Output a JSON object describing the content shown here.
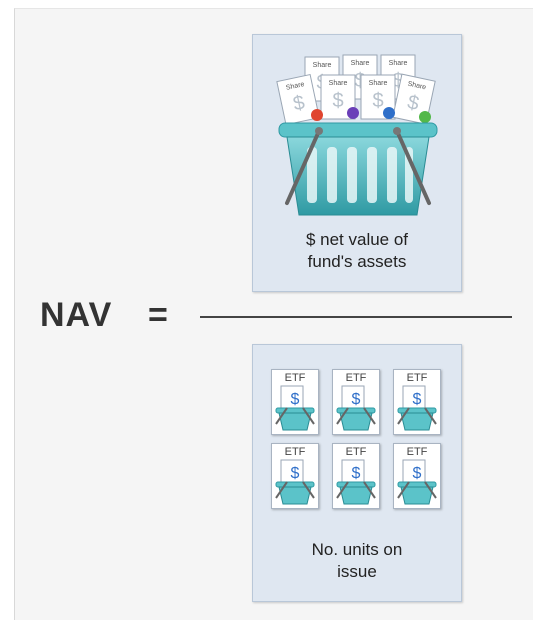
{
  "formula": {
    "lhs": "NAV",
    "operator": "="
  },
  "numerator": {
    "label_line1": "$ net value of",
    "label_line2": "fund's assets",
    "share_tags": [
      "Share",
      "Share",
      "Share",
      "Share",
      "Share",
      "Share",
      "Share"
    ]
  },
  "denominator": {
    "label_line1": "No. units on",
    "label_line2": "issue",
    "units": [
      {
        "label": "ETF"
      },
      {
        "label": "ETF"
      },
      {
        "label": "ETF"
      },
      {
        "label": "ETF"
      },
      {
        "label": "ETF"
      },
      {
        "label": "ETF"
      }
    ]
  },
  "colors": {
    "card_bg": "#dfe7f1",
    "basket": "#5bc3c9",
    "text": "#333333"
  }
}
